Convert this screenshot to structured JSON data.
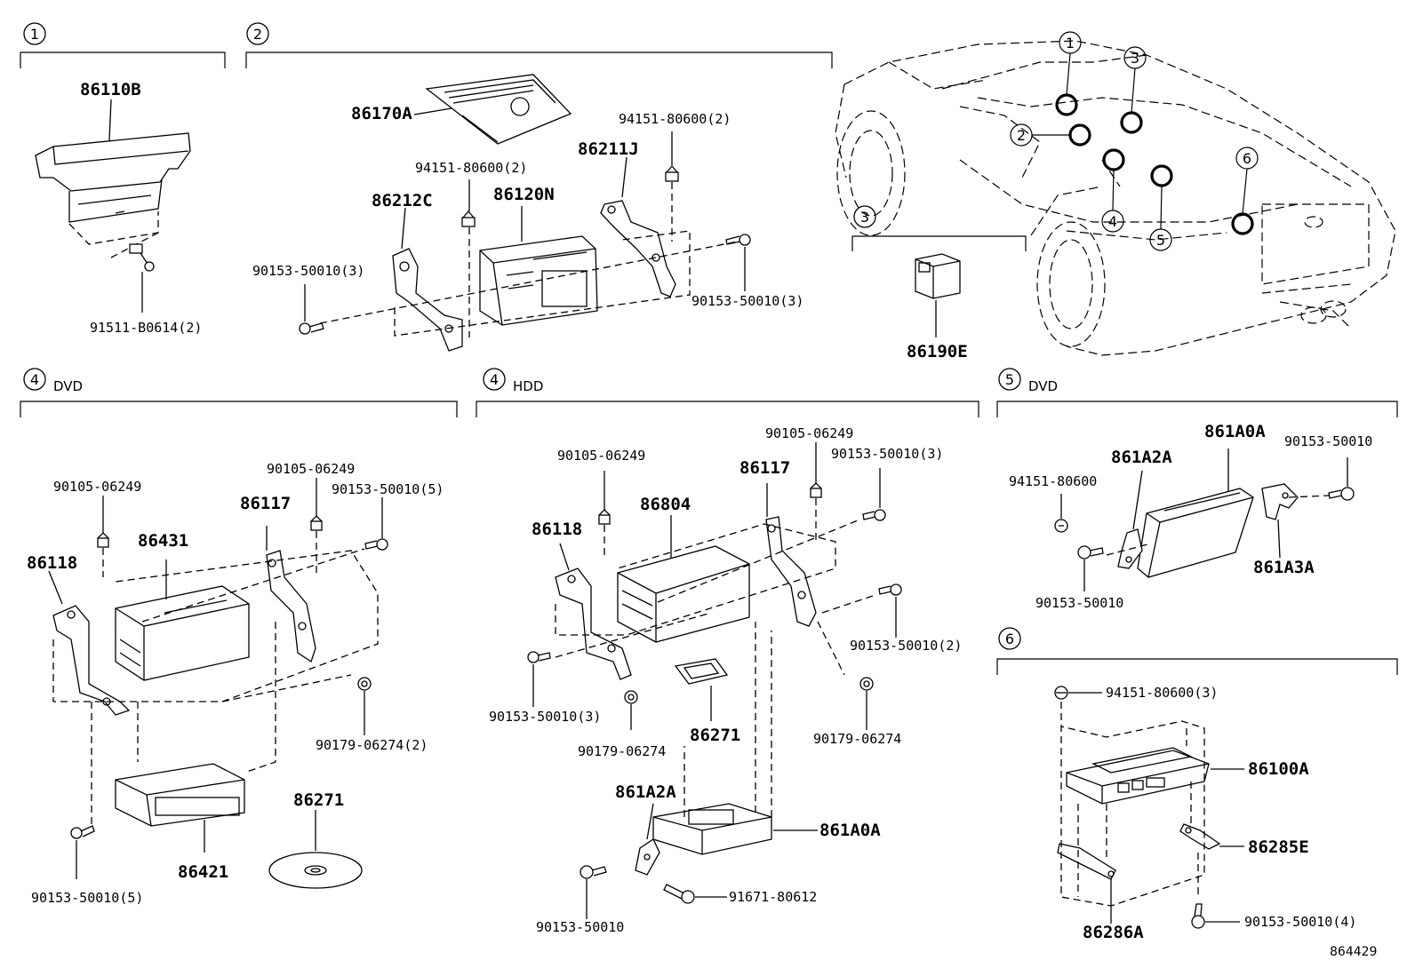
{
  "sections": {
    "s1": {
      "num": "1"
    },
    "s2": {
      "num": "2"
    },
    "s3": {
      "num": "3"
    },
    "s4dvd": {
      "num": "4",
      "variant": "DVD"
    },
    "s4hdd": {
      "num": "4",
      "variant": "HDD"
    },
    "s5dvd": {
      "num": "5",
      "variant": "DVD"
    },
    "s6": {
      "num": "6"
    }
  },
  "car_markers": [
    "1",
    "2",
    "3",
    "4",
    "5",
    "6"
  ],
  "labels": {
    "p86110B": "86110B",
    "p91511": "91511-B0614(2)",
    "p86170A": "86170A",
    "p94151_a": "94151-80600(2)",
    "p94151_b": "94151-80600(2)",
    "p86211J": "86211J",
    "p86212C": "86212C",
    "p86120N": "86120N",
    "p90153_2a": "90153-50010(3)",
    "p90153_2b": "90153-50010(3)",
    "p86190E": "86190E",
    "d_90105": "90105-06249",
    "d_86118": "86118",
    "d_86431": "86431",
    "d_86117": "86117",
    "d_90105b": "90105-06249",
    "d_90153_5a": "90153-50010(5)",
    "d_90179": "90179-06274(2)",
    "d_86271": "86271",
    "d_86421": "86421",
    "d_90153_5b": "90153-50010(5)",
    "h_90105a": "90105-06249",
    "h_90105b": "90105-06249",
    "h_90153_3a": "90153-50010(3)",
    "h_86117": "86117",
    "h_86118": "86118",
    "h_86804": "86804",
    "h_90153_2": "90153-50010(2)",
    "h_90153_3b": "90153-50010(3)",
    "h_90179a": "90179-06274",
    "h_86271": "86271",
    "h_90179b": "90179-06274",
    "h_861A2A": "861A2A",
    "h_861A0A": "861A0A",
    "h_90153": "90153-50010",
    "h_91671": "91671-80612",
    "v5_861A0A": "861A0A",
    "v5_90153a": "90153-50010",
    "v5_861A2A": "861A2A",
    "v5_94151": "94151-80600",
    "v5_861A3A": "861A3A",
    "v5_90153b": "90153-50010",
    "s6_94151": "94151-80600(3)",
    "s6_86100A": "86100A",
    "s6_86285E": "86285E",
    "s6_86286A": "86286A",
    "s6_90153": "90153-50010(4)"
  },
  "reference_number": "864429"
}
